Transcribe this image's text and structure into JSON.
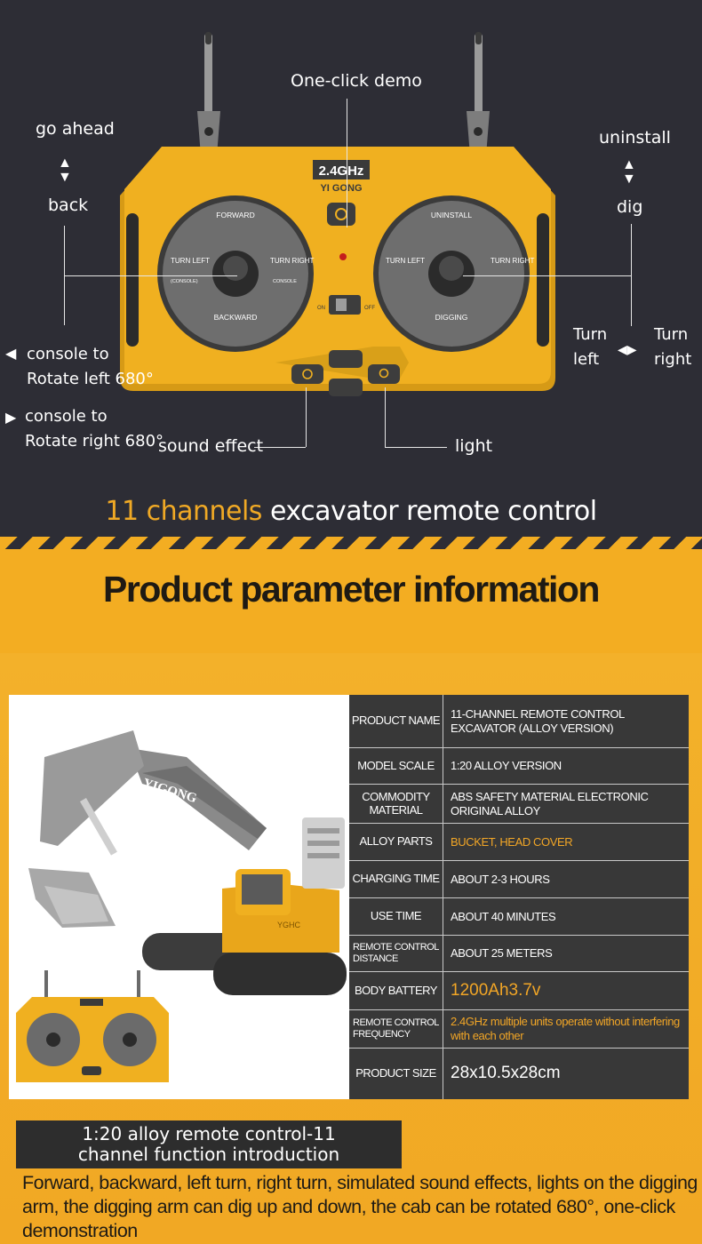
{
  "remote": {
    "frequency_badge": "2.4GHz",
    "brand": "YI GONG",
    "left_dial": {
      "forward": "FORWARD",
      "backward": "BACKWARD",
      "turn_left": "TURN LEFT",
      "console_l": "(CONSOLE)",
      "turn_right": "TURN RIGHT",
      "console_r": "CONSOLE"
    },
    "right_dial": {
      "uninstall": "UNINSTALL",
      "digging": "DIGGING",
      "turn_left": "TURN LEFT",
      "turn_right": "TURN RIGHT"
    },
    "switch_on": "ON",
    "switch_off": "OFF"
  },
  "callouts": {
    "demo": "One-click demo",
    "go_ahead": "go ahead",
    "back": "back",
    "uninstall": "uninstall",
    "dig": "dig",
    "console_left_1": "console to",
    "console_left_2": "Rotate left 680°",
    "console_right_1": "console to",
    "console_right_2": "Rotate right 680°",
    "sound": "sound effect",
    "light": "light",
    "turn_left_1": "Turn",
    "turn_left_2": "left",
    "turn_right_1": "Turn",
    "turn_right_2": "right"
  },
  "headline": {
    "highlight": "11 channels",
    "rest": " excavator remote control"
  },
  "section_title": "Product parameter information",
  "photo": {
    "arm_brand": "YIGONG"
  },
  "params": [
    {
      "key": "PRODUCT NAME",
      "value": "11-CHANNEL REMOTE CONTROL EXCAVATOR (ALLOY VERSION)"
    },
    {
      "key": "MODEL SCALE",
      "value": "1:20 ALLOY VERSION"
    },
    {
      "key": "COMMODITY MATERIAL",
      "value": "ABS SAFETY MATERIAL ELECTRONIC ORIGINAL ALLOY"
    },
    {
      "key": "ALLOY PARTS",
      "value": "BUCKET, HEAD COVER"
    },
    {
      "key": "CHARGING TIME",
      "value": "ABOUT 2-3 HOURS"
    },
    {
      "key": "USE TIME",
      "value": "ABOUT 40 MINUTES"
    },
    {
      "key": "REMOTE CONTROL DISTANCE",
      "value": "ABOUT 25 METERS"
    },
    {
      "key": "BODY BATTERY",
      "value": "1200Ah3.7v"
    },
    {
      "key": "REMOTE CONTROL FREQUENCY",
      "value": "2.4GHz multiple units operate without interfering with each other"
    },
    {
      "key": "PRODUCT SIZE",
      "value": "28x10.5x28cm"
    }
  ],
  "intro_box": {
    "line1": "1:20 alloy remote control-11",
    "line2": "channel function introduction"
  },
  "description": "Forward, backward, left turn, right turn, simulated sound effects, lights on the digging arm, the digging arm can dig up and down, the cab can be rotated 680°, one-click demonstration",
  "colors": {
    "dark_bg": "#2d2d35",
    "accent_yellow": "#f3ad22",
    "highlight_orange": "#f0a925",
    "table_bg": "#383838"
  }
}
